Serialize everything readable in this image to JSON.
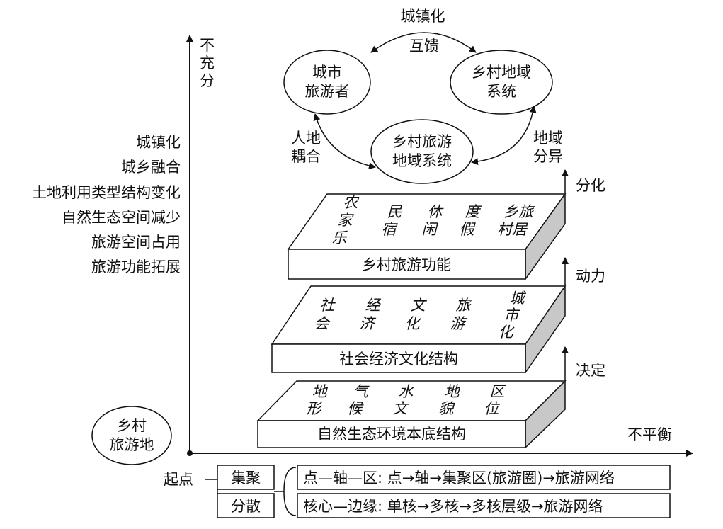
{
  "axis": {
    "y_label": [
      "不",
      "充",
      "分"
    ],
    "x_label": "不平衡",
    "origin_label": "起点",
    "origin_ellipse": [
      "乡村",
      "旅游地"
    ]
  },
  "factors": [
    "城镇化",
    "城乡融合",
    "土地利用类型结构变化",
    "自然生态空间减少",
    "旅游空间占用",
    "旅游功能拓展"
  ],
  "cycle": {
    "top_label": "城镇化",
    "feedback_label": "互馈",
    "node_left": [
      "城市",
      "旅游者"
    ],
    "node_right": [
      "乡村地域",
      "系统"
    ],
    "node_bottom": [
      "乡村旅游",
      "地域系统"
    ],
    "left_edge": [
      "人地",
      "耦合"
    ],
    "right_edge": [
      "地域",
      "分异"
    ]
  },
  "layers": {
    "top": {
      "title": "乡村旅游功能",
      "items": [
        [
          "农",
          "家",
          "乐"
        ],
        [
          "民",
          "宿"
        ],
        [
          "休",
          "闲"
        ],
        [
          "度",
          "假"
        ],
        [
          "乡旅",
          "村居"
        ]
      ]
    },
    "middle": {
      "title": "社会经济文化结构",
      "items": [
        [
          "社",
          "会"
        ],
        [
          "经",
          "济"
        ],
        [
          "文",
          "化"
        ],
        [
          "旅",
          "游"
        ],
        [
          "城",
          "市",
          "化"
        ]
      ]
    },
    "bottom": {
      "title": "自然生态环境本底结构",
      "items": [
        [
          "地",
          "形"
        ],
        [
          "气",
          "候"
        ],
        [
          "水",
          "文"
        ],
        [
          "地",
          "貌"
        ],
        [
          "区",
          "位"
        ]
      ]
    }
  },
  "side_arrows": {
    "top": "分化",
    "middle": "动力",
    "bottom": "决定"
  },
  "legend": {
    "box1": "集聚",
    "box2": "分散",
    "desc1": "点—轴—区: 点→轴→集聚区(旅游圈)→旅游网络",
    "desc2": "核心—边缘: 单核→多核→多核层级→旅游网络"
  }
}
